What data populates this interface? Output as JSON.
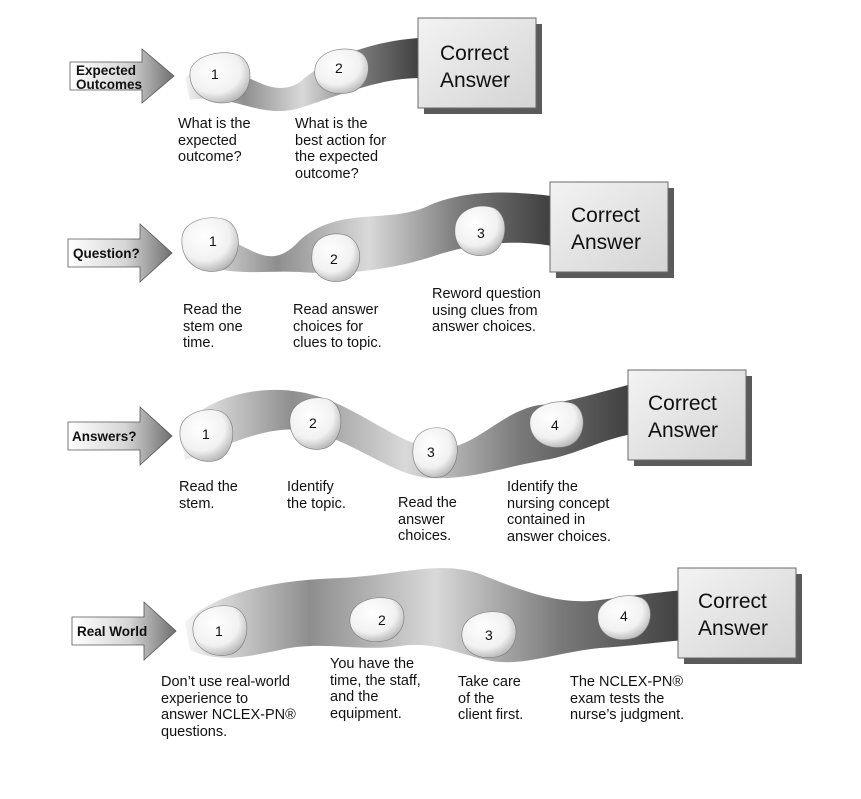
{
  "correct_answer_label": [
    "Correct",
    "Answer"
  ],
  "rows": [
    {
      "arrow_label": [
        "Expected",
        "Outcomes"
      ],
      "steps": [
        {
          "number": "1",
          "text": "What is the\nexpected\noutcome?"
        },
        {
          "number": "2",
          "text": "What is the\nbest action for\nthe expected\noutcome?"
        }
      ]
    },
    {
      "arrow_label": [
        "Question?"
      ],
      "steps": [
        {
          "number": "1",
          "text": "Read the\nstem one\ntime."
        },
        {
          "number": "2",
          "text": "Read answer\nchoices for\nclues to topic."
        },
        {
          "number": "3",
          "text": "Reword question\nusing clues from\nanswer choices."
        }
      ]
    },
    {
      "arrow_label": [
        "Answers?"
      ],
      "steps": [
        {
          "number": "1",
          "text": "Read the\nstem."
        },
        {
          "number": "2",
          "text": "Identify\nthe topic."
        },
        {
          "number": "3",
          "text": "Read the\nanswer\nchoices."
        },
        {
          "number": "4",
          "text": "Identify the\nnursing concept\ncontained in\nanswer choices."
        }
      ]
    },
    {
      "arrow_label": [
        "Real World"
      ],
      "steps": [
        {
          "number": "1",
          "text": "Don’t use real-world\nexperience to\nanswer NCLEX-PN®\nquestions."
        },
        {
          "number": "2",
          "text": "You have the\ntime, the staff,\nand the\nequipment."
        },
        {
          "number": "3",
          "text": "Take care\nof the\nclient first."
        },
        {
          "number": "4",
          "text": "The NCLEX-PN®\nexam tests the\nnurse’s judgment."
        }
      ]
    }
  ]
}
